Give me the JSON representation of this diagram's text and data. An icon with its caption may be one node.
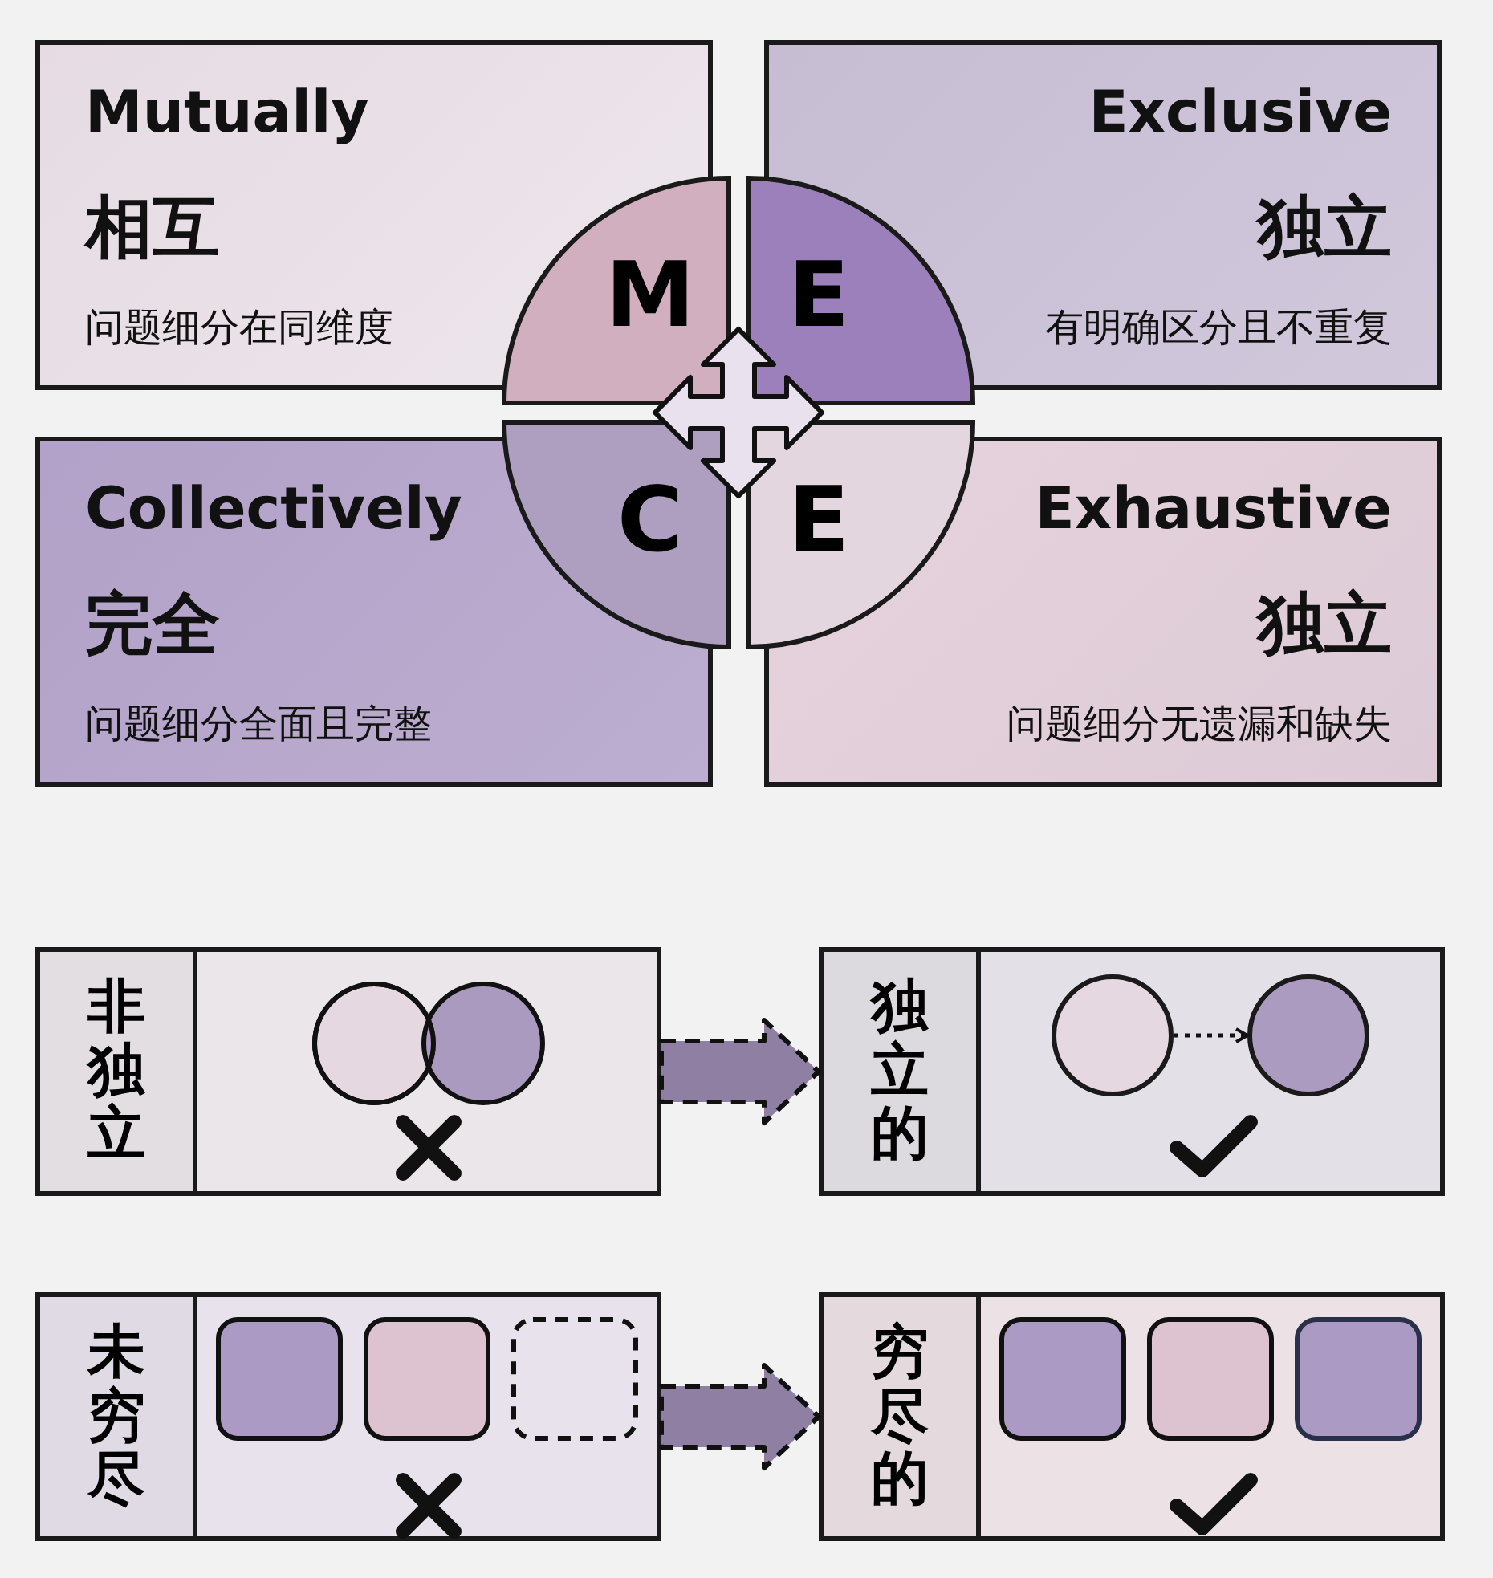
{
  "diagram": {
    "nodes": [
      {
        "text": [
          "Mutually",
          "相互",
          "问题细分在同维度"
        ]
      },
      {
        "text": [
          "Exclusive",
          "独立",
          "有明确区分且不重复"
        ]
      },
      {
        "text": [
          "Collectively",
          "完全",
          "问题细分全面且完整"
        ]
      },
      {
        "text": [
          "Exhaustive",
          "独立",
          "问题细分无遗漏和缺失"
        ]
      },
      {
        "text": [
          "M"
        ]
      },
      {
        "text": [
          "E"
        ]
      },
      {
        "text": [
          "C"
        ]
      },
      {
        "text": [
          "E"
        ]
      },
      {
        "text": [
          "非独立"
        ]
      },
      {
        "text": [
          "独立的"
        ]
      },
      {
        "text": [],
        "shape": "circle",
        "in": 9
      },
      {
        "text": [],
        "shape": "circle",
        "in": 9
      },
      {
        "text": [
          "未穷尽"
        ]
      },
      {
        "text": [
          "穷尽的"
        ]
      }
    ],
    "edges": [
      {
        "from": 8,
        "to": 9,
        "arrow": "to",
        "style": "dashed"
      },
      {
        "from": 10,
        "to": 11,
        "arrow": "to",
        "style": "dashed"
      },
      {
        "from": 12,
        "to": 13,
        "arrow": "to",
        "style": "dashed"
      }
    ]
  }
}
